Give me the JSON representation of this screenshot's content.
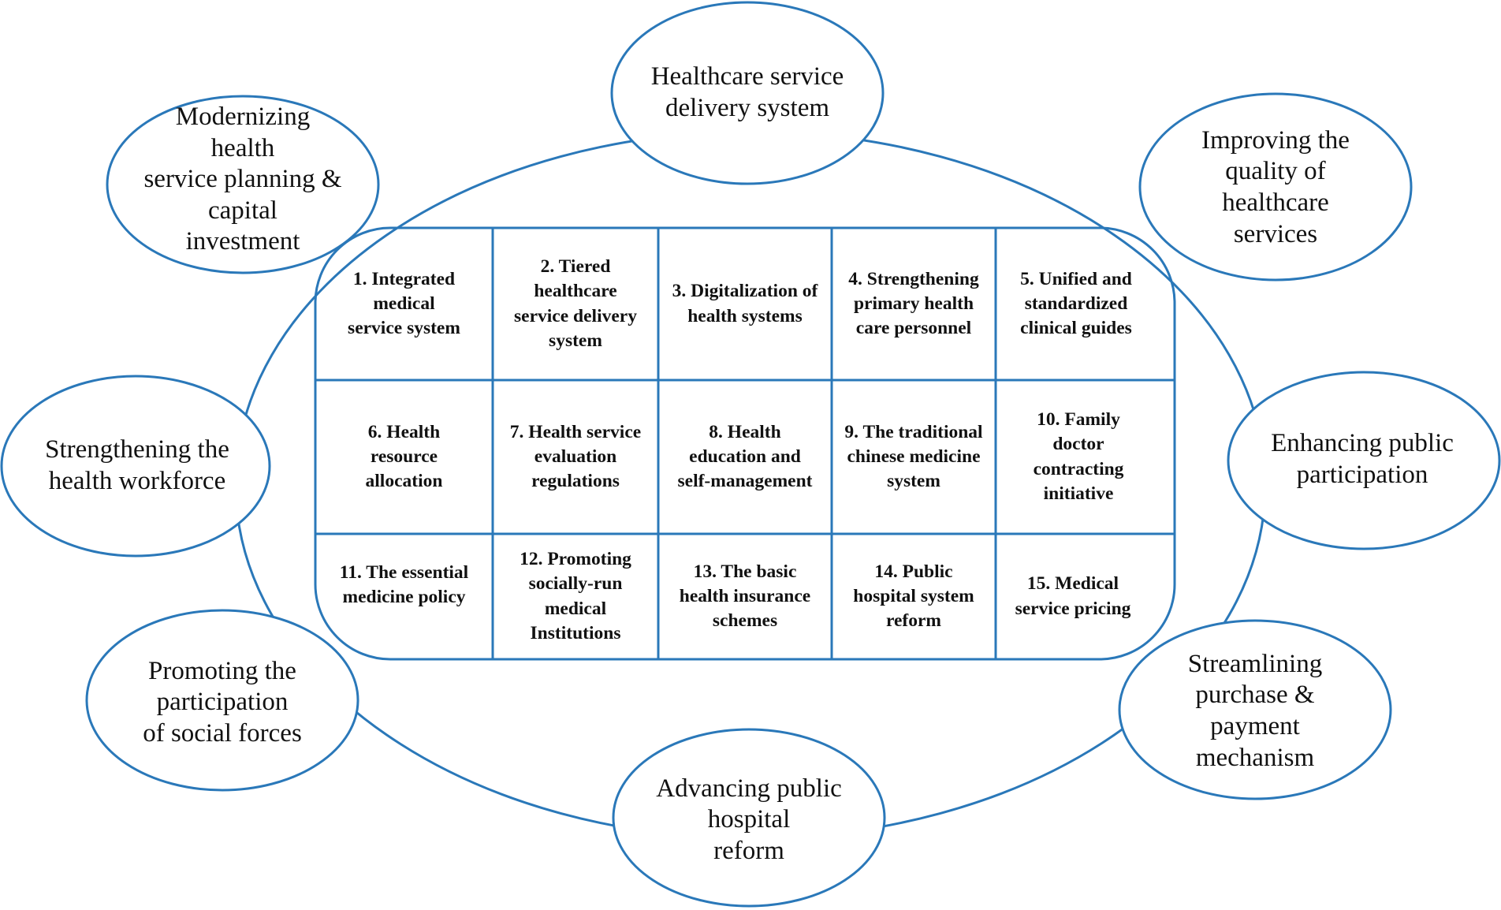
{
  "colors": {
    "stroke": "#2a78b9",
    "text": "#111111",
    "background": "#ffffff"
  },
  "outer_nodes": [
    {
      "id": "top",
      "label": "Healthcare service\ndelivery system"
    },
    {
      "id": "top_left",
      "label": "Modernizing\nhealth\nservice planning &\ncapital\ninvestment"
    },
    {
      "id": "top_right",
      "label": "Improving the\nquality of\nhealthcare\nservices"
    },
    {
      "id": "left",
      "label": "Strengthening the\nhealth workforce"
    },
    {
      "id": "right",
      "label": "Enhancing public\nparticipation"
    },
    {
      "id": "bottom_left",
      "label": "Promoting the\nparticipation\nof social forces"
    },
    {
      "id": "bottom",
      "label": "Advancing public\nhospital\nreform"
    },
    {
      "id": "bottom_right",
      "label": "Streamlining\npurchase &\npayment\nmechanism"
    }
  ],
  "grid_cells": [
    "1. Integrated\nmedical\nservice system",
    "2. Tiered\nhealthcare\nservice delivery\nsystem",
    "3. Digitalization of\nhealth systems",
    "4. Strengthening\nprimary health\ncare personnel",
    "5. Unified and\nstandardized\nclinical guides",
    "6. Health\nresource\nallocation",
    "7. Health service\nevaluation\nregulations",
    "8. Health\neducation and\nself-management",
    "9. The traditional\nchinese medicine\nsystem",
    "10. Family\ndoctor\ncontracting\ninitiative",
    "11. The essential\nmedicine policy",
    "12. Promoting\nsocially-run\nmedical\nInstitutions",
    "13. The basic\nhealth insurance\nschemes",
    "14. Public\nhospital system\nreform",
    "15. Medical\nservice pricing"
  ]
}
